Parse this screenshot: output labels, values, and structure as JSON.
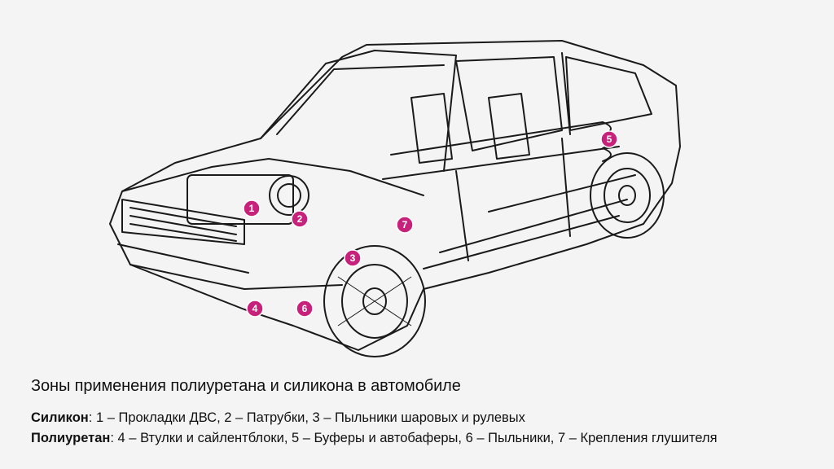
{
  "title": "Зоны применения полиуретана и силикона в автомобиле",
  "legend": {
    "silicone": {
      "term": "Силикон",
      "text": ": 1 – Прокладки ДВС, 2 – Патрубки, 3 – Пыльники шаровых и рулевых"
    },
    "polyurethane": {
      "term": "Полиуретан",
      "text": ": 4 – Втулки и сайлентблоки, 5 – Буферы и автобаферы, 6 – Пыльники, 7 – Крепления глушителя"
    }
  },
  "markers": [
    {
      "label": "1"
    },
    {
      "label": "2"
    },
    {
      "label": "3"
    },
    {
      "label": "4"
    },
    {
      "label": "5"
    },
    {
      "label": "6"
    },
    {
      "label": "7"
    }
  ],
  "colors": {
    "marker": "#c8217b",
    "background": "#f4f4f4",
    "line": "#1a1a1a"
  }
}
